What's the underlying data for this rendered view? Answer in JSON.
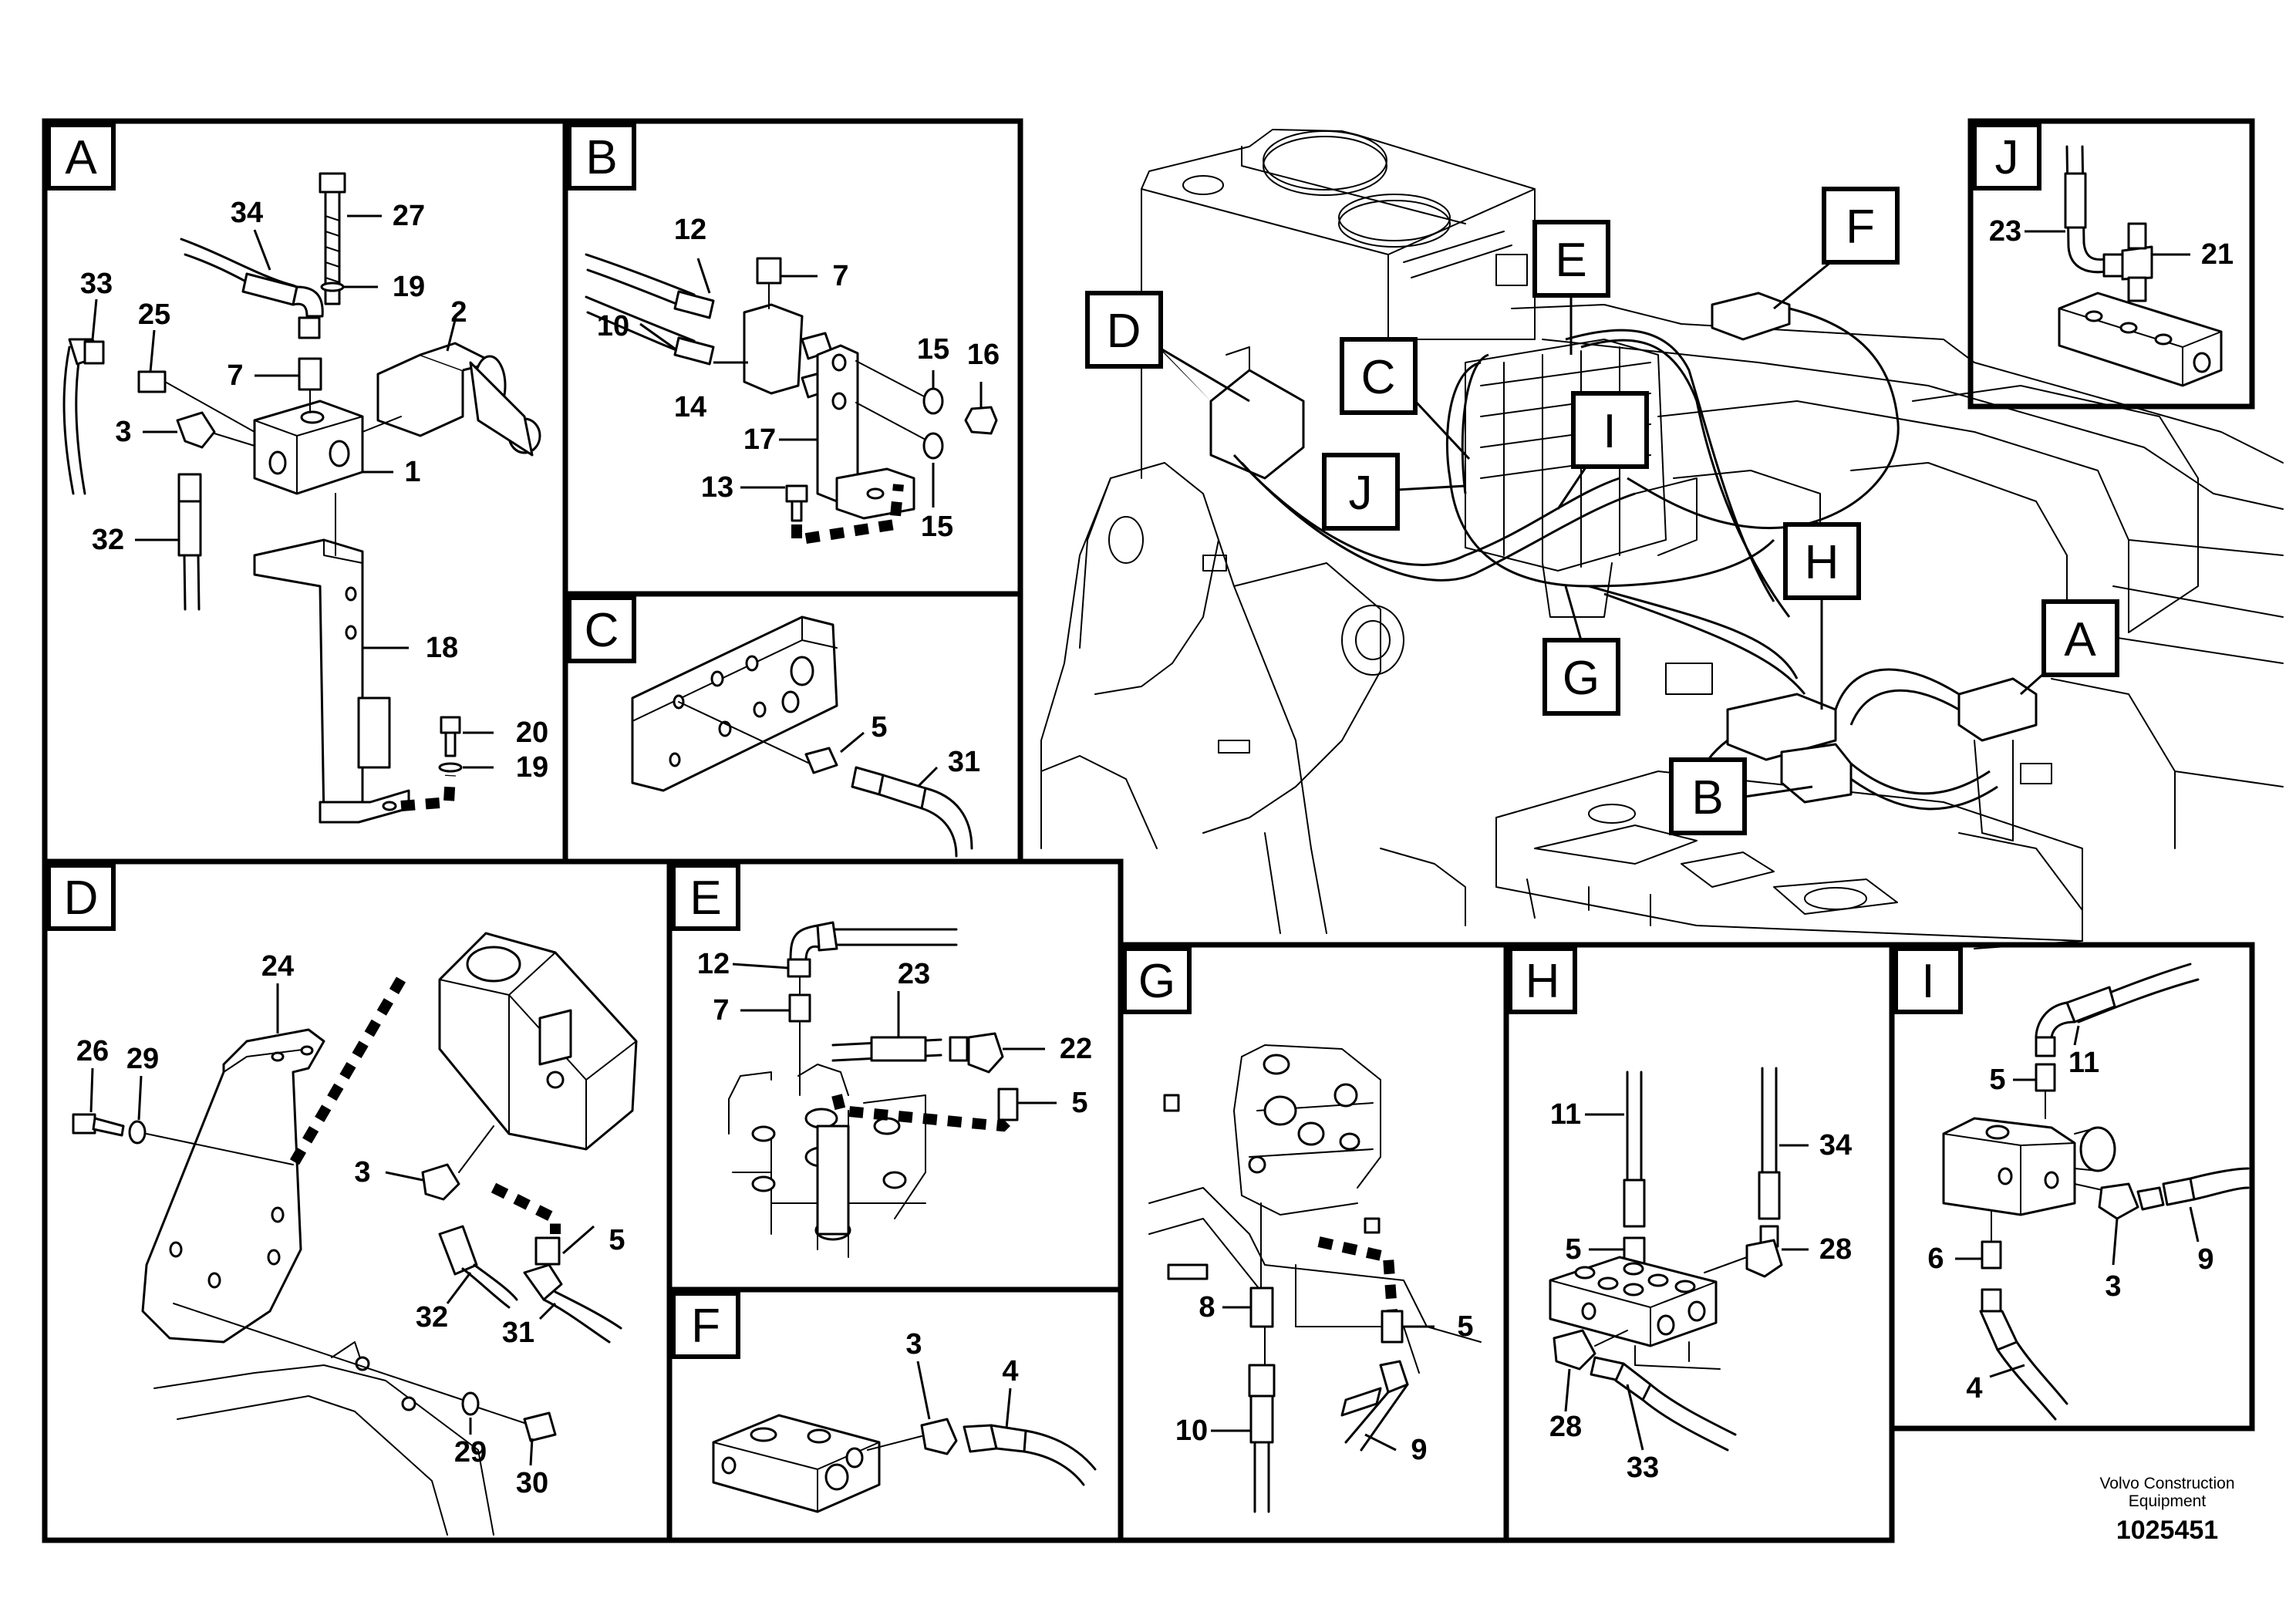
{
  "callouts": {
    "A": "A",
    "B": "B",
    "C": "C",
    "D": "D",
    "E": "E",
    "F": "F",
    "G": "G",
    "H": "H",
    "I": "I",
    "J": "J"
  },
  "panels": {
    "A": {
      "label": "A",
      "parts": [
        "34",
        "27",
        "19",
        "33",
        "25",
        "2",
        "7",
        "3",
        "1",
        "32",
        "18",
        "20",
        "19"
      ]
    },
    "B": {
      "label": "B",
      "parts": [
        "12",
        "7",
        "10",
        "14",
        "15",
        "16",
        "17",
        "13",
        "15"
      ]
    },
    "C": {
      "label": "C",
      "parts": [
        "5",
        "31"
      ]
    },
    "D": {
      "label": "D",
      "parts": [
        "24",
        "26",
        "29",
        "3",
        "5",
        "32",
        "31",
        "29",
        "30"
      ]
    },
    "E": {
      "label": "E",
      "parts": [
        "12",
        "23",
        "7",
        "22",
        "5"
      ]
    },
    "F": {
      "label": "F",
      "parts": [
        "3",
        "4"
      ]
    },
    "G": {
      "label": "G",
      "parts": [
        "8",
        "5",
        "10",
        "9"
      ]
    },
    "H": {
      "label": "H",
      "parts": [
        "11",
        "34",
        "5",
        "28",
        "28",
        "33"
      ]
    },
    "I": {
      "label": "I",
      "parts": [
        "5",
        "11",
        "6",
        "3",
        "9",
        "4"
      ]
    },
    "J": {
      "label": "J",
      "parts": [
        "23",
        "21"
      ]
    }
  },
  "footer": {
    "company_line1": "Volvo Construction",
    "company_line2": "Equipment",
    "document_number": "1025451"
  }
}
